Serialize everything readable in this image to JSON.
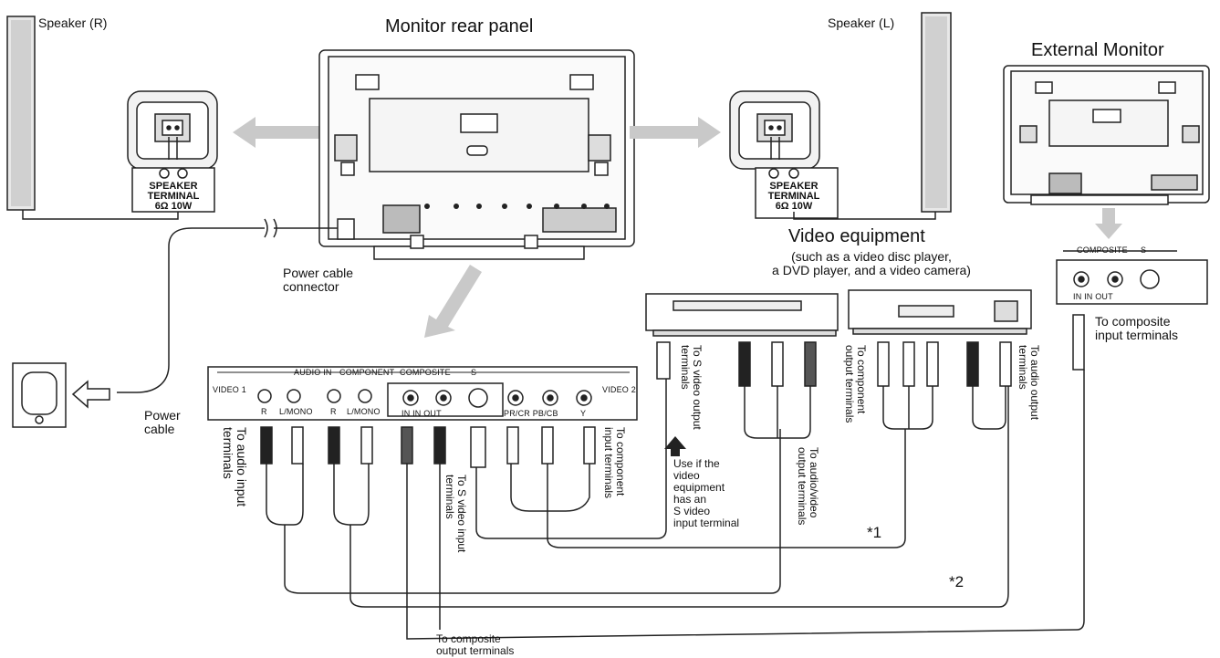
{
  "labels": {
    "speaker_r": "Speaker (R)",
    "monitor_rear_panel": "Monitor rear panel",
    "speaker_l": "Speaker (L)",
    "external_monitor": "External Monitor",
    "speaker_terminal_r": "SPEAKER\nTERMINAL\n6Ω 10W",
    "speaker_terminal_l": "SPEAKER\nTERMINAL\n6Ω 10W",
    "power_cable_connector": "Power cable\nconnector",
    "power_cable": "Power\ncable",
    "video_equipment_title": "Video equipment",
    "video_equipment_desc": "(such as a video disc player,\na DVD player, and a video camera)",
    "to_s_video_output": "To S video output\nterminals",
    "to_component_output": "To component\noutput terminals",
    "to_audio_output": "To audio output\nterminals",
    "to_composite_input": "To composite\ninput terminals",
    "to_audio_input": "To audio input\nterminals",
    "to_s_video_input": "To S video input\nterminals",
    "to_component_input": "To component\ninput terminals",
    "use_if_svideo": "Use if the\nvideo\nequipment\nhas an\nS video\ninput terminal",
    "to_audio_video_output": "To audio/video\noutput terminals",
    "note_1": "*1",
    "note_2": "*2",
    "to_composite_output": "To composite\noutput terminals"
  },
  "panel_labels": {
    "audio_in": "AUDIO IN",
    "component": "COMPONENT",
    "composite": "COMPOSITE",
    "s": "S",
    "video1": "VIDEO 1",
    "video2": "VIDEO 2",
    "r": "R",
    "l_mono": "L/MONO",
    "r2": "R",
    "l_mono2": "L/MONO",
    "in_in_out": "IN  IN OUT",
    "pr_pb": "PR/CR  PB/CB",
    "y": "Y",
    "ext_composite": "COMPOSITE",
    "ext_s": "S",
    "ext_in_out": "IN  IN OUT"
  }
}
